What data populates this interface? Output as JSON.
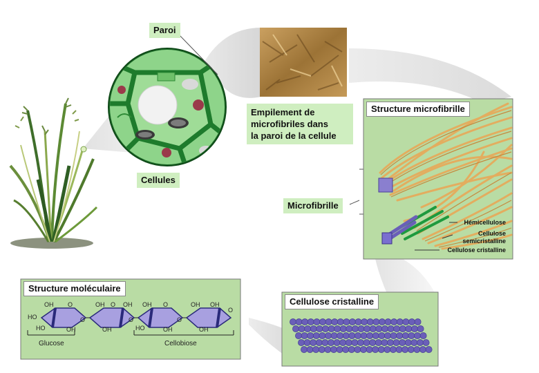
{
  "labels": {
    "paroi": "Paroi",
    "cellules": "Cellules",
    "empilement_line1": "Empilement de",
    "empilement_line2": "microfibriles dans",
    "empilement_line3": "la paroi de la cellule",
    "microfibrille": "Microfibrille"
  },
  "panels": {
    "structure_microfibrille": {
      "title": "Structure microfibrille",
      "hemicellulose": "Hémicellulose",
      "semicristalline_line1": "Cellulose",
      "semicristalline_line2": "semicristalline",
      "cristalline": "Cellulose cristalline"
    },
    "structure_moleculaire": {
      "title": "Structure moléculaire",
      "glucose": "Glucose",
      "cellobiose": "Cellobiose",
      "oh": "OH",
      "ho": "HO",
      "o": "O"
    },
    "cellulose_cristalline": {
      "title": "Cellulose cristalline"
    }
  },
  "colors": {
    "label_bg": "#cfeec0",
    "panel_bg": "#b9dca4",
    "cell_wall": "#2f9a3e",
    "fiber": "#e3ad5f",
    "crystal": "#6a5fb8"
  }
}
